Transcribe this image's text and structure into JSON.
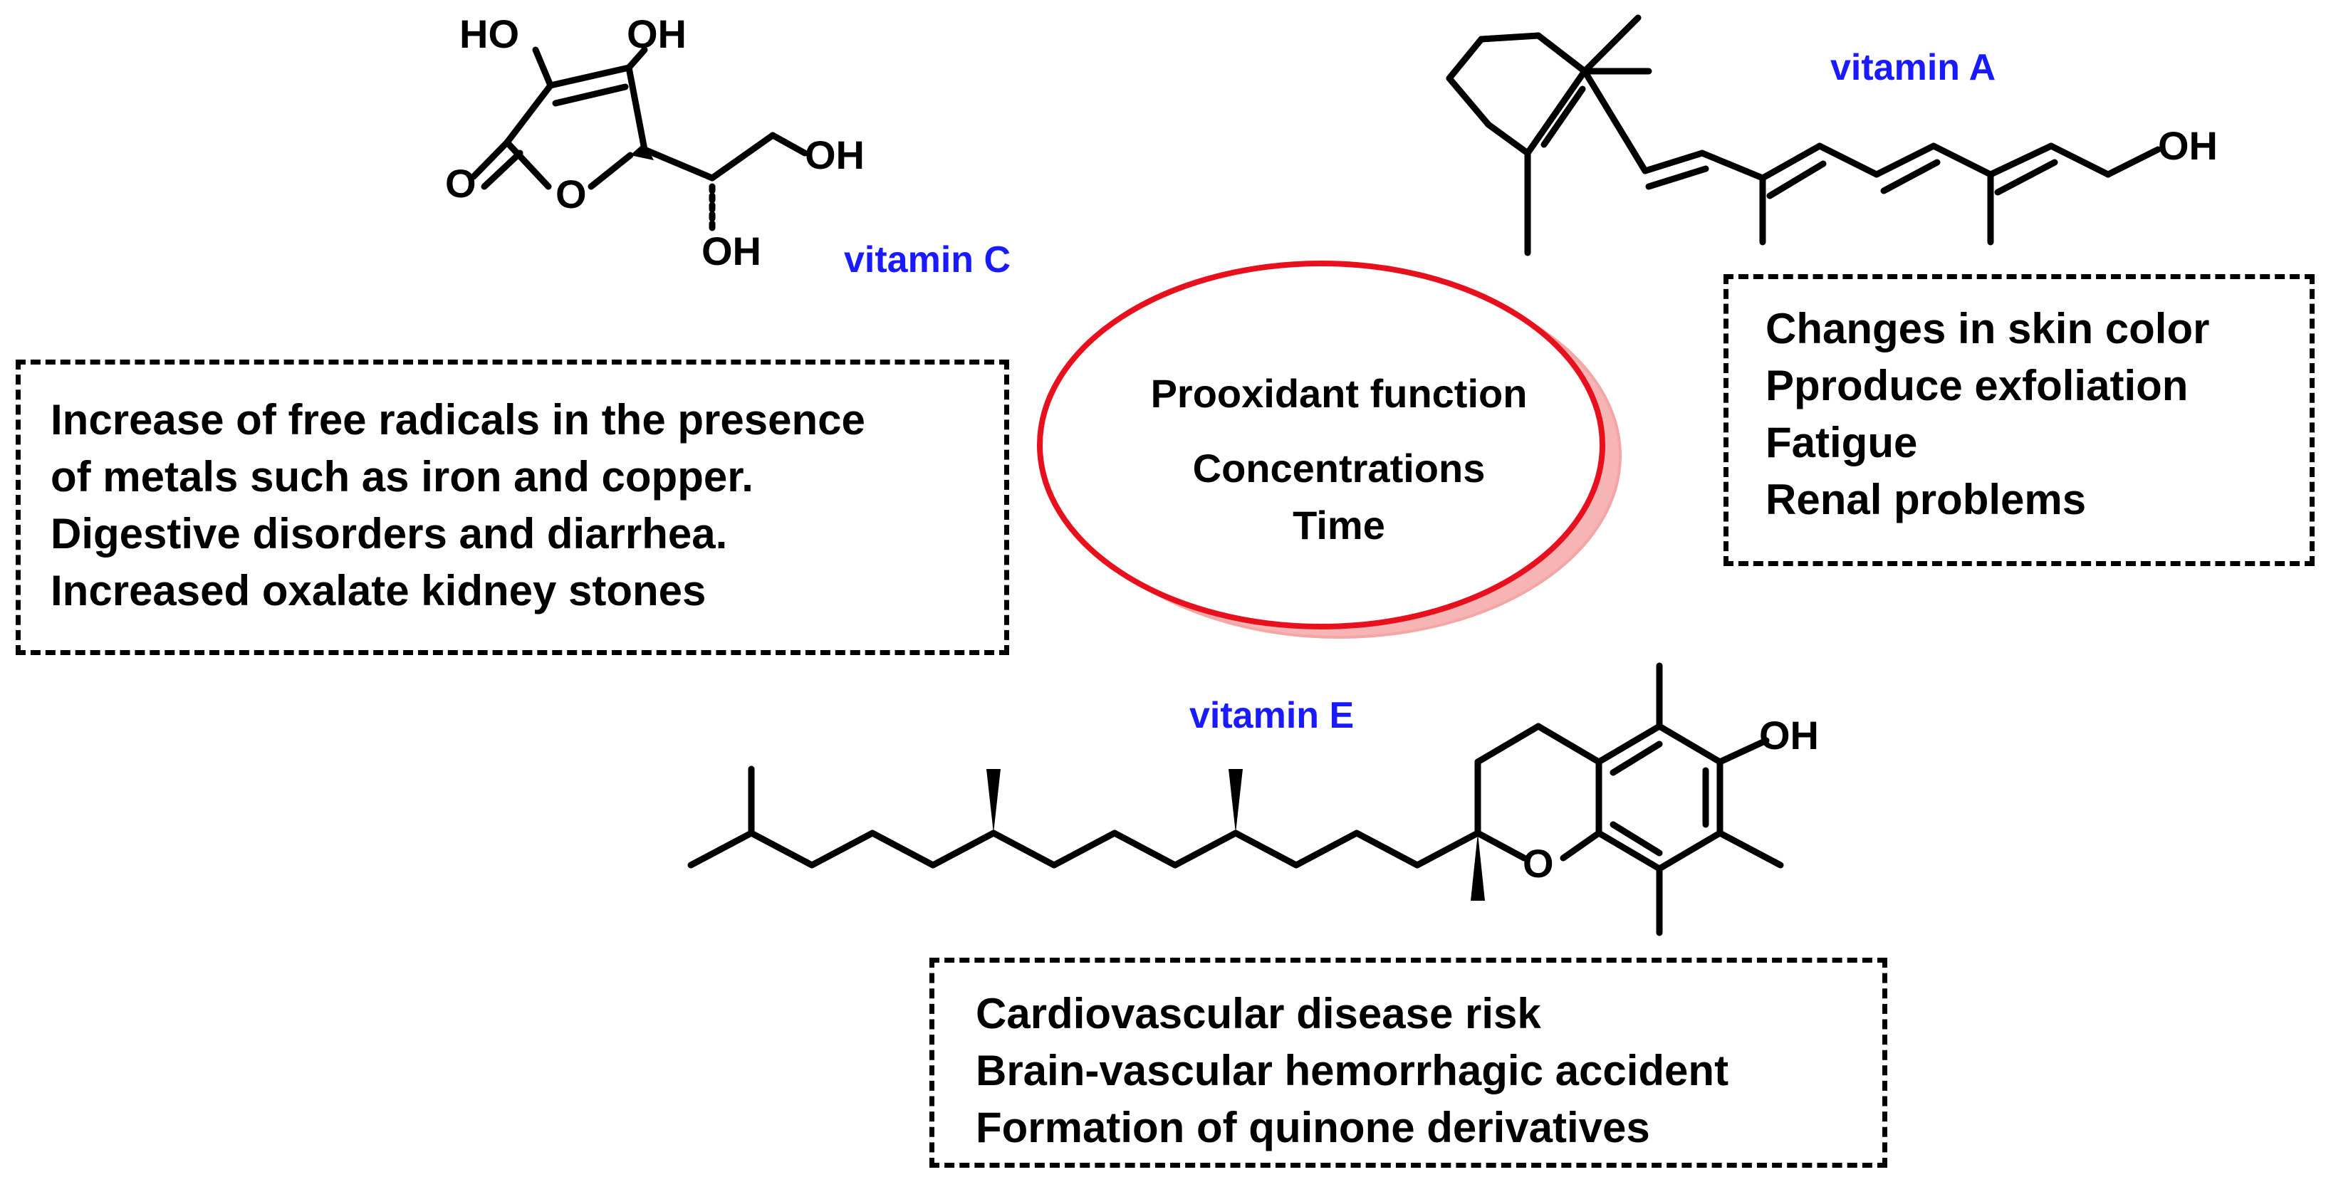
{
  "colors": {
    "vitamin_label": "#1a1aff",
    "ellipse_stroke": "#e8101c",
    "ellipse_shadow": "#f7b4b4",
    "bond": "#000000"
  },
  "vitamin_c": {
    "label": "vitamin C",
    "atoms": {
      "ho_left": "HO",
      "oh_top": "OH",
      "oh_right": "OH",
      "o_carbonyl": "O",
      "o_ring": "O",
      "oh_bottom": "OH"
    },
    "effects": [
      "Increase of free radicals in the presence",
      "of metals such as iron and copper.",
      "Digestive disorders and diarrhea.",
      "Increased oxalate kidney stones"
    ]
  },
  "vitamin_a": {
    "label": "vitamin A",
    "atoms": {
      "oh": "OH"
    },
    "effects": [
      "Changes in skin color",
      "Pproduce exfoliation",
      "Fatigue",
      "Renal problems"
    ]
  },
  "vitamin_e": {
    "label": "vitamin E",
    "atoms": {
      "oh": "OH",
      "o_ring": "O"
    },
    "effects": [
      "Cardiovascular disease risk",
      "Brain-vascular hemorrhagic accident",
      "Formation of quinone derivatives"
    ]
  },
  "center": {
    "title": "Prooxidant function",
    "line2": "Concentrations",
    "line3": "Time"
  }
}
